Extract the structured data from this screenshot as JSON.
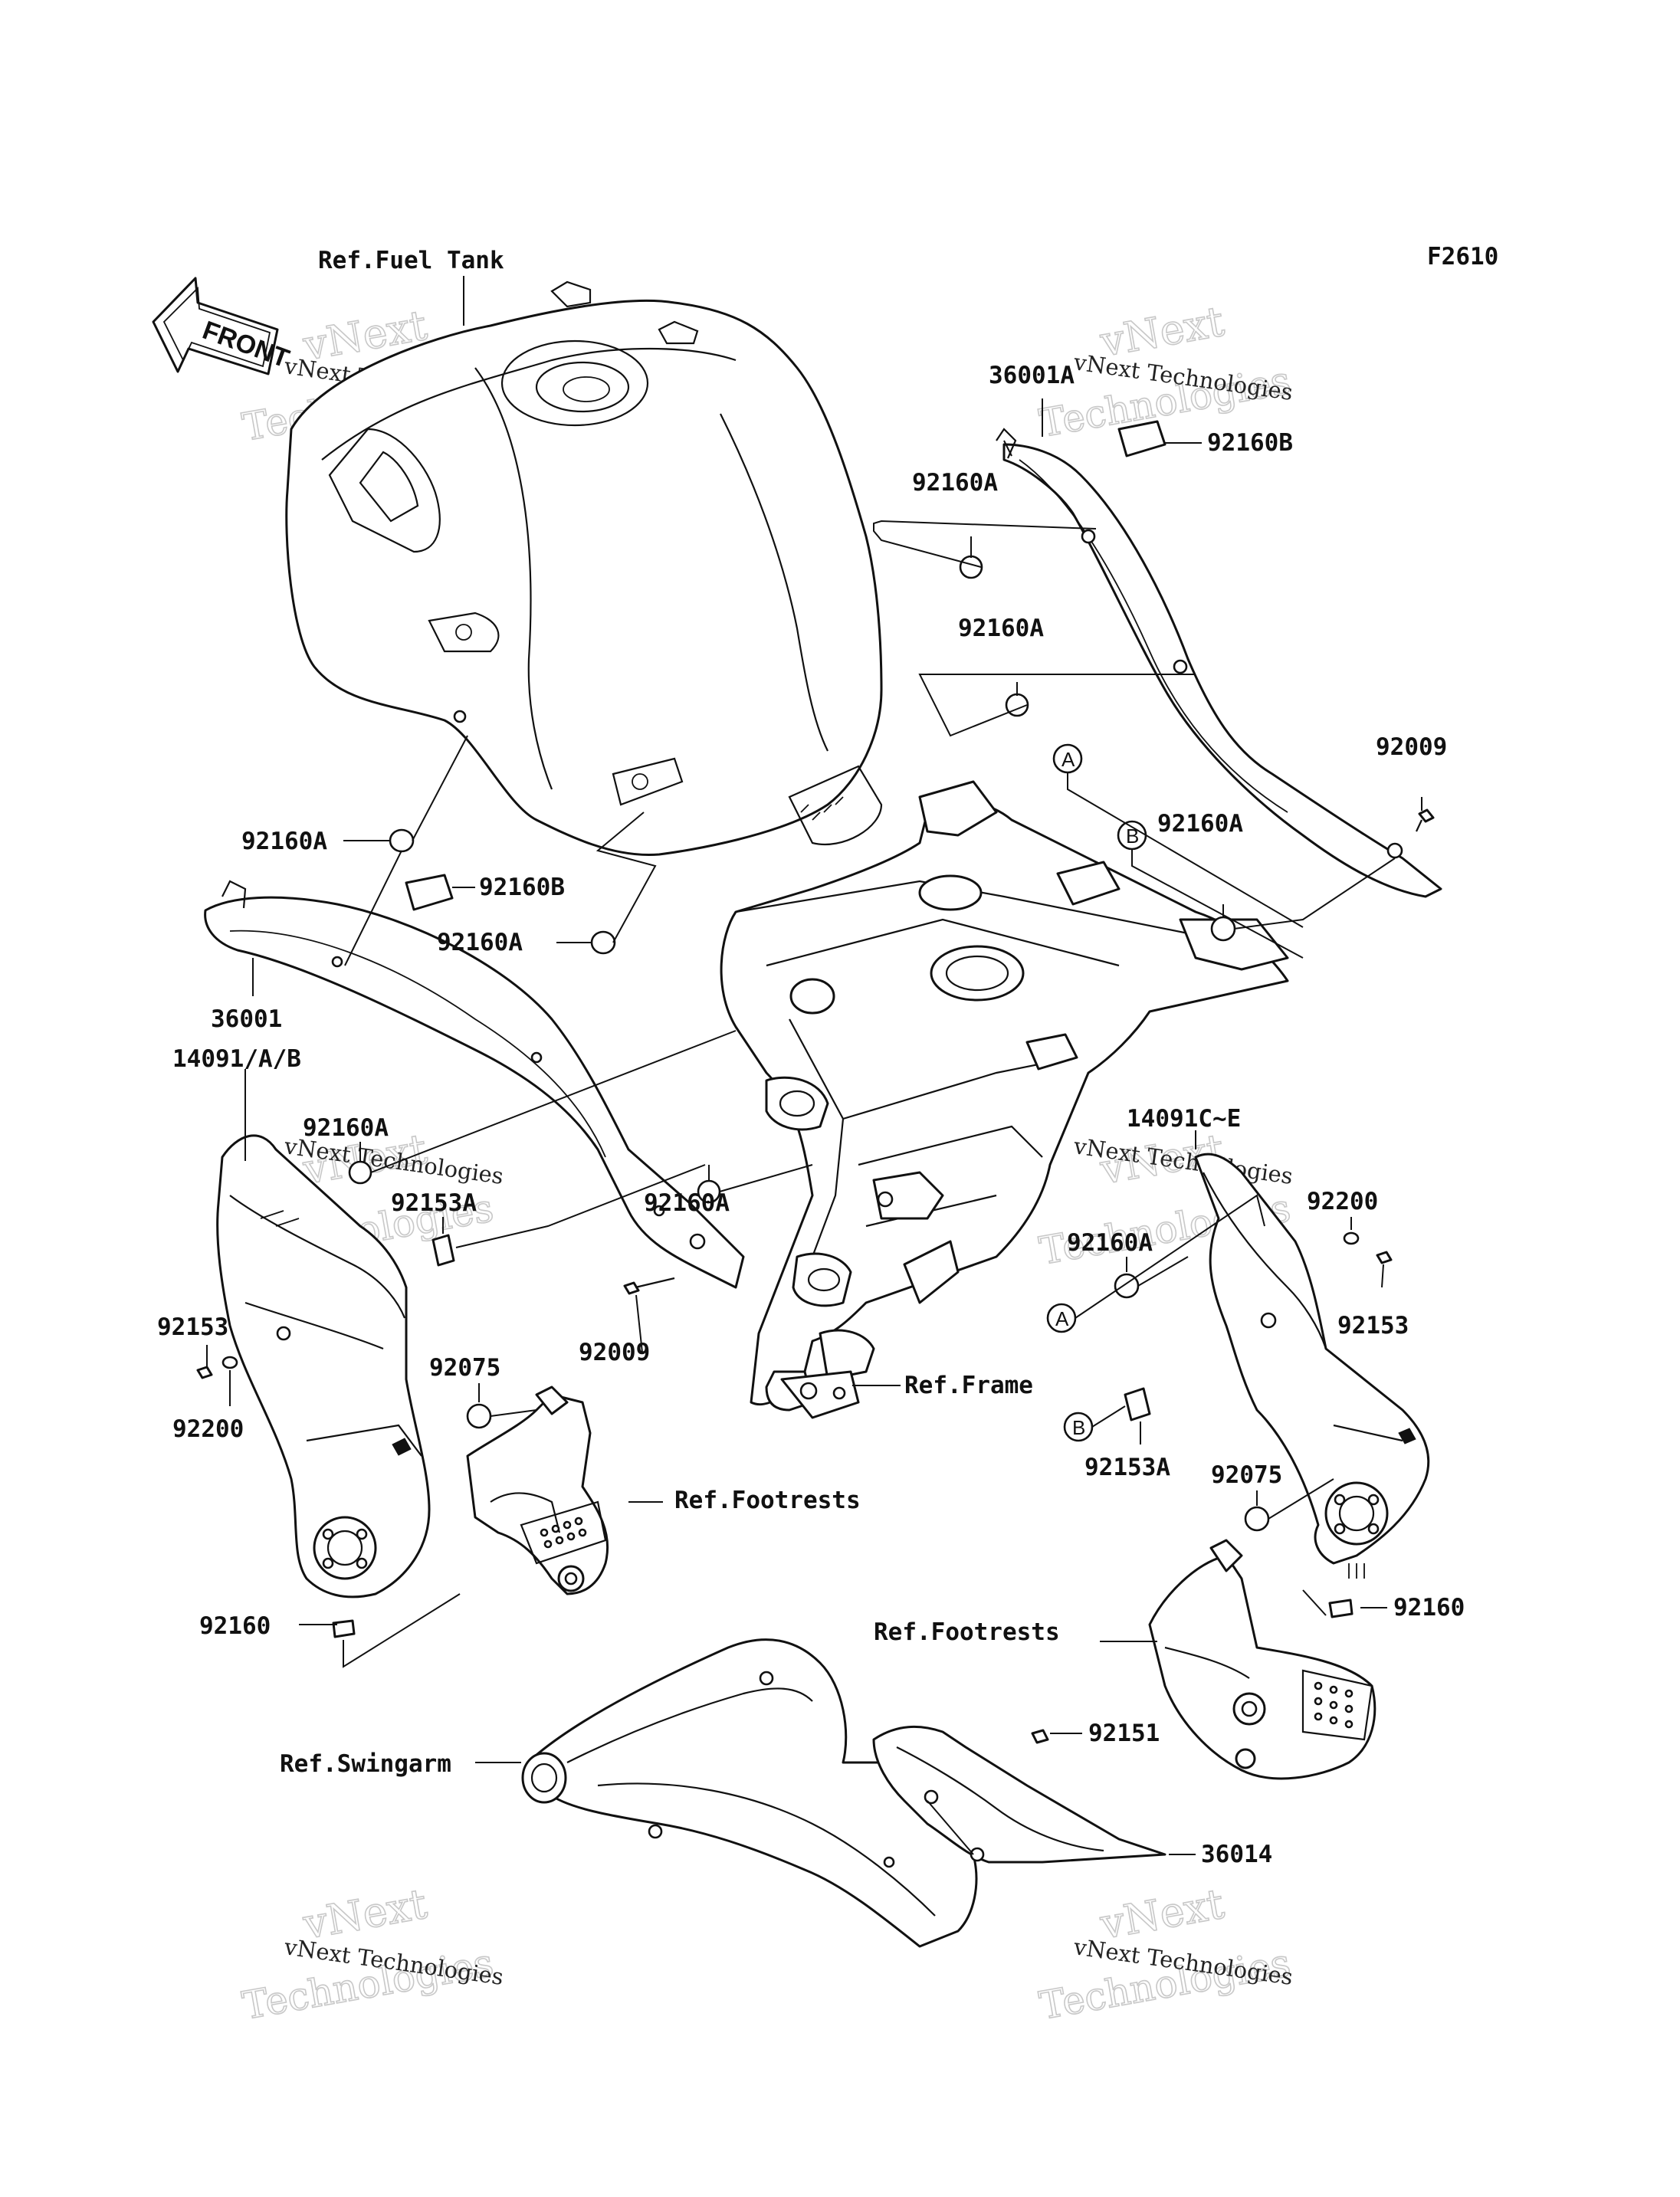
{
  "figure_id": "F2610",
  "front_arrow_label": "FRONT",
  "watermark": {
    "company": "vNext Technologies",
    "line1": "vNext",
    "line2": "Technologies"
  },
  "callout_markers": {
    "a": "A",
    "b": "B"
  },
  "references": {
    "fuel_tank": "Ref.Fuel Tank",
    "frame": "Ref.Frame",
    "footrests": "Ref.Footrests",
    "swingarm": "Ref.Swingarm"
  },
  "part_labels": {
    "p36001A": "36001A",
    "p92160B_top": "92160B",
    "p92160A_1": "92160A",
    "p92160A_2": "92160A",
    "p92009_right": "92009",
    "p92160A_3": "92160A",
    "p92160A_4": "92160A",
    "p92160B_left": "92160B",
    "p92160A_5": "92160A",
    "p36001": "36001",
    "p14091AB": "14091/A/B",
    "p92160A_6": "92160A",
    "p92153A_left": "92153A",
    "p92160A_7": "92160A",
    "p14091CE": "14091C~E",
    "p92200_right": "92200",
    "p92160A_8": "92160A",
    "p92153_right": "92153",
    "p92153_left": "92153",
    "p92200_left": "92200",
    "p92009_left": "92009",
    "p92075_left": "92075",
    "p92153A_right": "92153A",
    "p92075_right": "92075",
    "p92160_left": "92160",
    "p92160_right": "92160",
    "p92151": "92151",
    "p36014": "36014"
  }
}
